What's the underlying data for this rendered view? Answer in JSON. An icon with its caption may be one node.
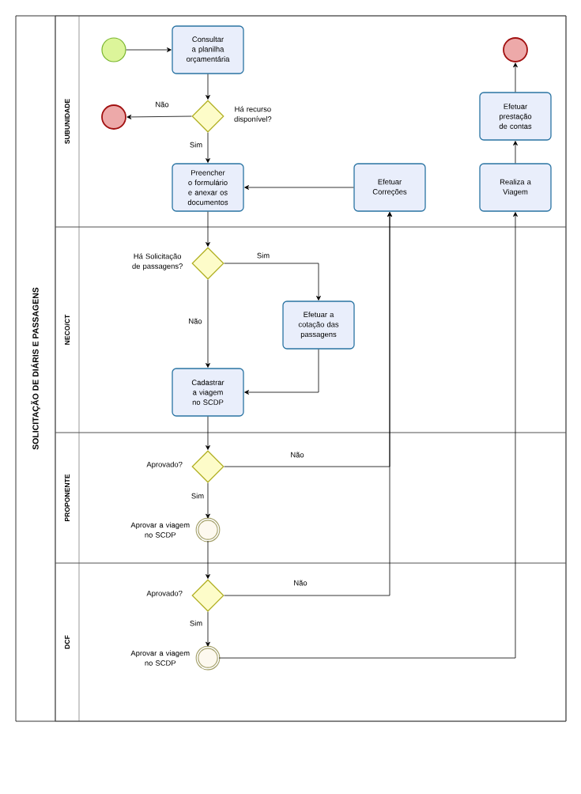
{
  "diagram": {
    "nodes": [
      {
        "text": [
          "SOLICITAÇÃO DE DIÁRIS E PASSAGENS"
        ]
      },
      {
        "text": [
          "SUBUNIDADE"
        ],
        "in": 0
      },
      {
        "text": [
          "NECO/CT"
        ],
        "in": 0
      },
      {
        "text": [
          "PROPONENTE"
        ],
        "in": 0
      },
      {
        "text": [
          "DCF"
        ],
        "in": 0
      },
      {
        "text": [],
        "shape": "circle",
        "in": 1
      },
      {
        "text": [
          "Consultar a planilha orçamentária"
        ],
        "in": 1
      },
      {
        "text": [],
        "shape": "diamond",
        "beside": [
          "Há recurso disponível?"
        ],
        "in": 1
      },
      {
        "text": [],
        "shape": "circle",
        "in": 1
      },
      {
        "text": [
          "Preencher o formulário e anexar os documentos"
        ],
        "in": 1
      },
      {
        "text": [
          "Efetuar Correções"
        ],
        "in": 1
      },
      {
        "text": [
          "Realiza a Viagem"
        ],
        "in": 1
      },
      {
        "text": [
          "Efetuar prestação de contas"
        ],
        "in": 1
      },
      {
        "text": [],
        "shape": "circle",
        "in": 1
      },
      {
        "text": [],
        "shape": "diamond",
        "beside": [
          "Há Solicitação de passagens?"
        ],
        "in": 2
      },
      {
        "text": [
          "Efetuar a cotação das passagens"
        ],
        "in": 2
      },
      {
        "text": [
          "Cadastrar a viagem no SCDP"
        ],
        "in": 2
      },
      {
        "text": [],
        "shape": "diamond",
        "beside": [
          "Aprovado?"
        ],
        "in": 3
      },
      {
        "text": [],
        "shape": "circle",
        "beside": [
          "Aprovar a viagem no SCDP"
        ],
        "in": 3
      },
      {
        "text": [],
        "shape": "diamond",
        "beside": [
          "Aprovado?"
        ],
        "in": 4
      },
      {
        "text": [],
        "shape": "circle",
        "beside": [
          "Aprovar a viagem no SCDP"
        ],
        "in": 4
      }
    ],
    "edges": [
      {
        "from": 5,
        "to": 6,
        "arrow": "to"
      },
      {
        "from": 6,
        "to": 7,
        "arrow": "to"
      },
      {
        "from": 7,
        "to": 8,
        "arrow": "to",
        "label": "Não"
      },
      {
        "from": 7,
        "to": 9,
        "arrow": "to",
        "label": "Sim"
      },
      {
        "from": 10,
        "to": 9,
        "arrow": "to"
      },
      {
        "from": 9,
        "to": 14,
        "arrow": "to"
      },
      {
        "from": 14,
        "to": 15,
        "arrow": "to",
        "label": "Sim"
      },
      {
        "from": 14,
        "to": 16,
        "arrow": "to",
        "label": "Não"
      },
      {
        "from": 15,
        "to": 16,
        "arrow": "to"
      },
      {
        "from": 16,
        "to": 17,
        "arrow": "to"
      },
      {
        "from": 17,
        "to": 10,
        "arrow": "to",
        "label": "Não"
      },
      {
        "from": 17,
        "to": 18,
        "arrow": "to",
        "label": "Sim"
      },
      {
        "from": 18,
        "to": 19,
        "arrow": "to"
      },
      {
        "from": 19,
        "to": 10,
        "arrow": "to",
        "label": "Não"
      },
      {
        "from": 19,
        "to": 20,
        "arrow": "to",
        "label": "Sim"
      },
      {
        "from": 20,
        "to": 11,
        "arrow": "to"
      },
      {
        "from": 11,
        "to": 12,
        "arrow": "to"
      },
      {
        "from": 12,
        "to": 13,
        "arrow": "to"
      }
    ]
  }
}
